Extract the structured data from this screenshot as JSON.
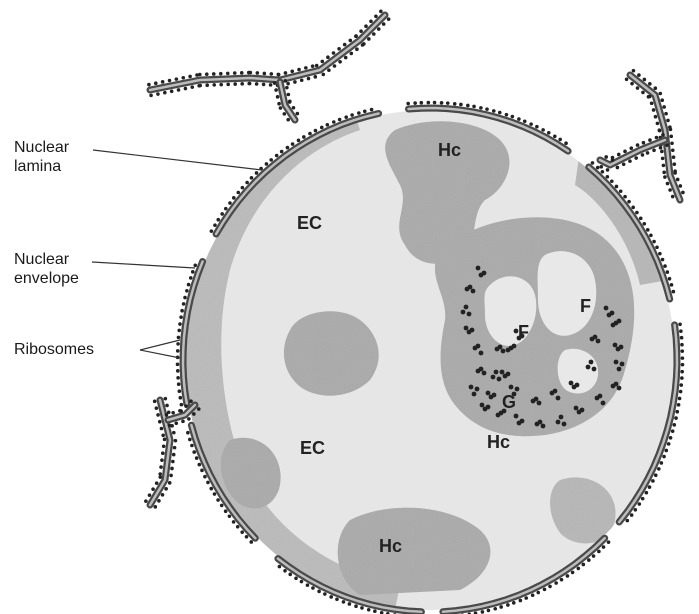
{
  "labels": {
    "nuclear_lamina": "Nuclear\nlamina",
    "nuclear_envelope": "Nuclear\nenvelope",
    "ribosomes": "Ribosomes"
  },
  "regions": {
    "hc_top": "Hc",
    "ec_upper": "EC",
    "ec_lower": "EC",
    "hc_bottom": "Hc",
    "hc_nucleolus": "Hc",
    "f_left": "F",
    "f_right": "F",
    "g": "G"
  },
  "colors": {
    "nucleoplasm": "#e6e6e6",
    "heterochromatin": "#a9a9a9",
    "membrane": "#4a4a4a",
    "ribosome": "#222222"
  }
}
